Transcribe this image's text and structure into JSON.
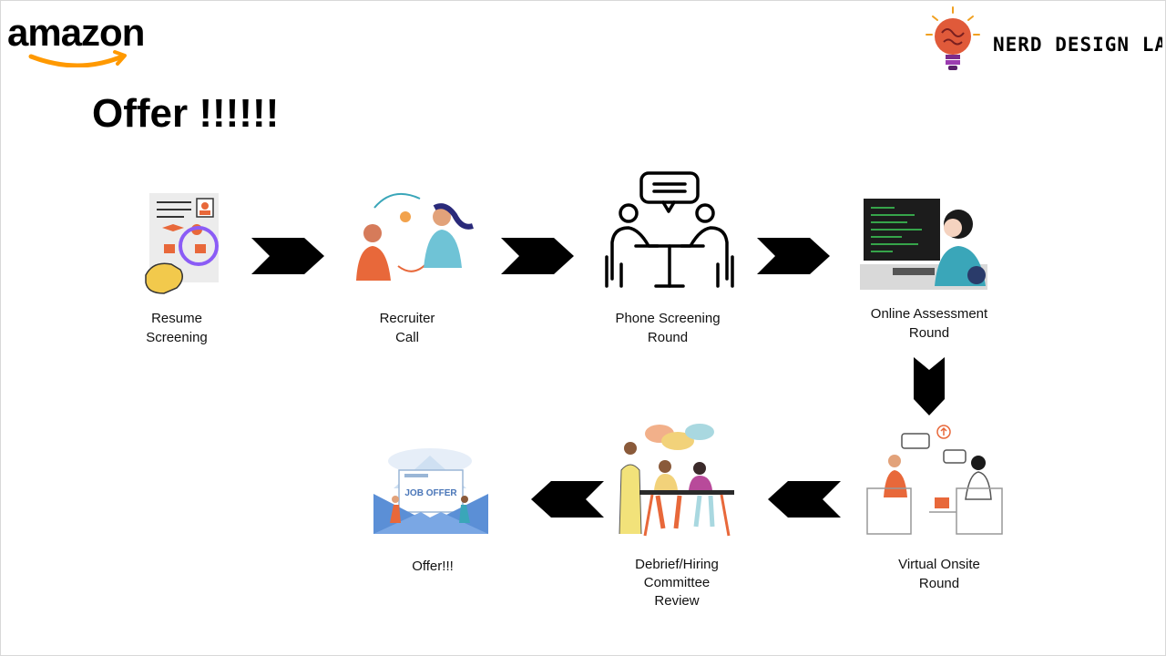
{
  "brand": {
    "amazon": "amazon",
    "partner": "NERD DESIGN LAB"
  },
  "title": "Offer !!!!!!",
  "steps": [
    {
      "id": "resume",
      "label": "Resume\nScreening"
    },
    {
      "id": "recruiter",
      "label": "Recruiter\nCall"
    },
    {
      "id": "phone",
      "label": "Phone Screening\nRound"
    },
    {
      "id": "online",
      "label": "Online Assessment\nRound"
    },
    {
      "id": "onsite",
      "label": "Virtual Onsite\nRound"
    },
    {
      "id": "debrief",
      "label": "Debrief/Hiring\nCommittee\nReview"
    },
    {
      "id": "offer",
      "label": "Offer!!!"
    }
  ],
  "illustration_text": {
    "job_offer": "JOB OFFER"
  },
  "colors": {
    "amazon_text": "#232f3e",
    "amazon_smile": "#ff9900",
    "arrow": "#000000",
    "accent_purple": "#8b5cf6",
    "accent_orange": "#e8683a",
    "accent_teal": "#3aa6b9"
  }
}
